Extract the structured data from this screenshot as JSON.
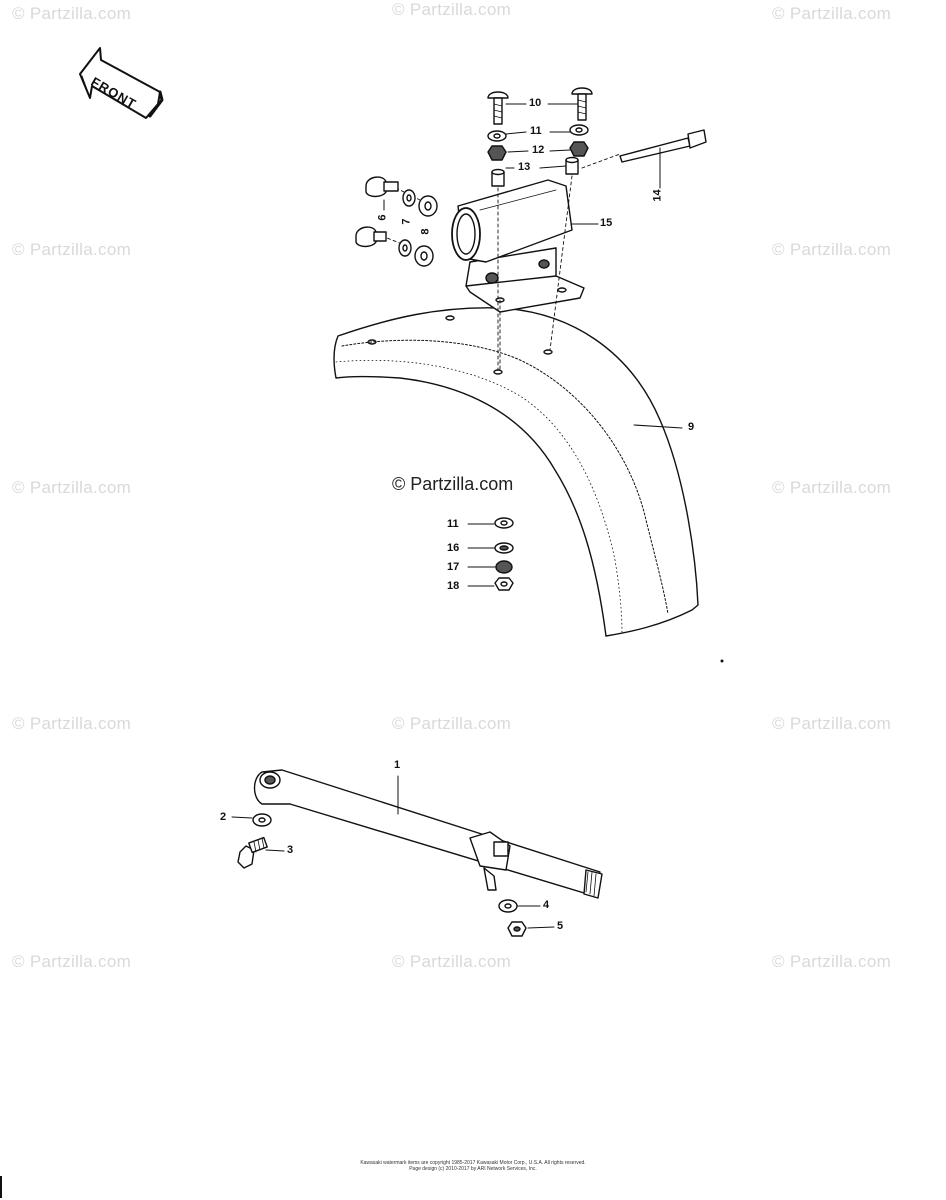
{
  "watermark": "© Partzilla.com",
  "center_watermark": "© Partzilla.com",
  "front_arrow": {
    "label": "FRONT"
  },
  "callouts": [
    "10",
    "11",
    "12",
    "13",
    "14",
    "15",
    "6",
    "7",
    "8",
    "9",
    "11",
    "16",
    "17",
    "18",
    "1",
    "2",
    "3",
    "4",
    "5"
  ],
  "copyright": {
    "line1": "Kawasaki watermark items are copyright 1985-2017 Kawasaki Motor Corp., U.S.A. All rights reserved.",
    "line2": "Page design (c) 2010-2017 by ARI Network Services, Inc."
  },
  "colors": {
    "line": "#111111",
    "watermark": "#d9d9d9",
    "background": "#ffffff"
  }
}
